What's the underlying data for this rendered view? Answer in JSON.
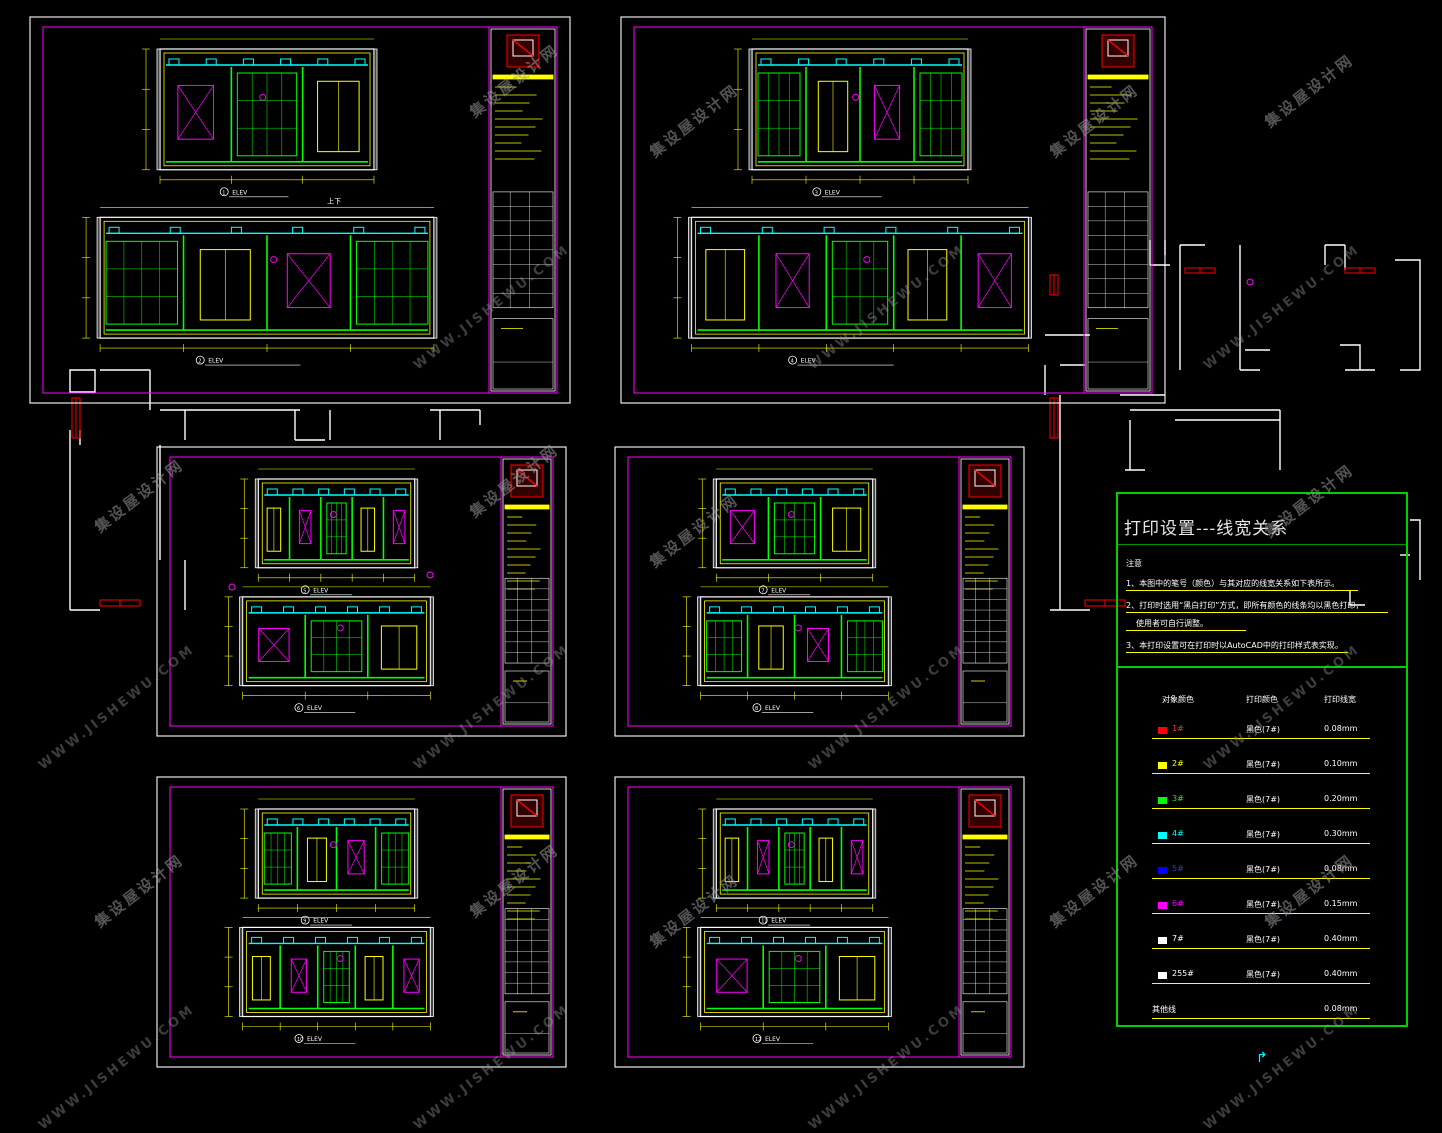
{
  "colors": {
    "background": "#000000",
    "sheet_border": "#ffffff",
    "inner_frame": "#ff00ff",
    "title_block": "#ffff00",
    "wall": "#ffffff",
    "cyan": "#00ffff",
    "green": "#00ff00",
    "magenta": "#ff00ff",
    "red": "#ff0000",
    "yellow": "#ffff00",
    "legend_frame": "#00d000"
  },
  "sheets": [
    {
      "id": "sheet-1",
      "mark_top": "1",
      "mark_bottom": "2",
      "elev_label_top": "ELEV",
      "elev_label_bottom": "ELEV",
      "sub_label": "上下"
    },
    {
      "id": "sheet-2",
      "mark_top": "3",
      "mark_bottom": "4",
      "elev_label_top": "ELEV",
      "elev_label_bottom": "ELEV"
    },
    {
      "id": "sheet-3",
      "mark_top": "5",
      "mark_bottom": "6",
      "elev_label_top": "ELEV",
      "elev_label_bottom": "ELEV"
    },
    {
      "id": "sheet-4",
      "mark_top": "7",
      "mark_bottom": "8",
      "elev_label_top": "ELEV",
      "elev_label_bottom": "ELEV"
    },
    {
      "id": "sheet-5",
      "mark_top": "9",
      "mark_bottom": "10",
      "elev_label_top": "ELEV",
      "elev_label_bottom": "ELEV"
    },
    {
      "id": "sheet-6",
      "mark_top": "11",
      "mark_bottom": "12",
      "elev_label_top": "ELEV",
      "elev_label_bottom": "ELEV"
    }
  ],
  "legend": {
    "title": "打印设置---线宽关系",
    "note_label": "注意",
    "notes": [
      "1、本图中的笔号（颜色）与其对应的线宽关系如下表所示。",
      "2、打印时选用“黑白打印”方式，即所有颜色的线条均以黑色打印，",
      "使用者可自行调整。",
      "3、本打印设置可在打印时以AutoCAD中的打印样式表实现。"
    ],
    "headers": [
      "对象颜色",
      "打印颜色",
      "打印线宽"
    ],
    "rows": [
      {
        "swatch": "#ff0000",
        "label": "1#",
        "label_color": "#ff3030",
        "print_color": "黑色(7#)",
        "width": "0.08mm"
      },
      {
        "swatch": "#ffff00",
        "label": "2#",
        "label_color": "#ffff00",
        "print_color": "黑色(7#)",
        "width": "0.10mm"
      },
      {
        "swatch": "#00ff00",
        "label": "3#",
        "label_color": "#00ff00",
        "print_color": "黑色(7#)",
        "width": "0.20mm"
      },
      {
        "swatch": "#00ffff",
        "label": "4#",
        "label_color": "#00ffff",
        "print_color": "黑色(7#)",
        "width": "0.30mm"
      },
      {
        "swatch": "#0000ff",
        "label": "5#",
        "label_color": "#3030ff",
        "print_color": "黑色(7#)",
        "width": "0.08mm"
      },
      {
        "swatch": "#ff00ff",
        "label": "6#",
        "label_color": "#ff00ff",
        "print_color": "黑色(7#)",
        "width": "0.15mm"
      },
      {
        "swatch": "#ffffff",
        "label": "7#",
        "label_color": "#ffffff",
        "print_color": "黑色(7#)",
        "width": "0.40mm"
      },
      {
        "swatch": "#ffffff",
        "label": "255#",
        "label_color": "#ffffff",
        "print_color": "黑色(7#)",
        "width": "0.40mm"
      },
      {
        "swatch": "",
        "label": "其他线",
        "label_color": "#ffffff",
        "print_color": "",
        "width": "0.08mm"
      }
    ]
  },
  "watermark": {
    "cn": "集设屋设计网",
    "url": "WWW.JISHEWU.COM"
  }
}
